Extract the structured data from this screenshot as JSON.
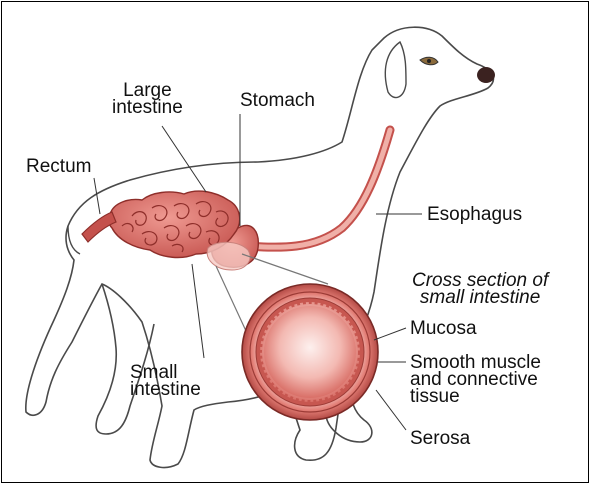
{
  "labels": {
    "large_intestine": [
      "Large",
      "intestine"
    ],
    "stomach": "Stomach",
    "rectum": "Rectum",
    "esophagus": "Esophagus",
    "cross_section_title": [
      "Cross section of",
      "small intestine"
    ],
    "mucosa": "Mucosa",
    "smooth_muscle": [
      "Smooth muscle",
      "and connective",
      "tissue"
    ],
    "small_intestine": [
      "Small",
      "intestine"
    ],
    "serosa": "Serosa"
  },
  "colors": {
    "outline": "#4a4a4a",
    "organ_fill": "#d86a6a",
    "organ_dark": "#a33a3a",
    "organ_light": "#f2b7b0",
    "esophagus": "#e59a92",
    "leader": "#333333"
  }
}
